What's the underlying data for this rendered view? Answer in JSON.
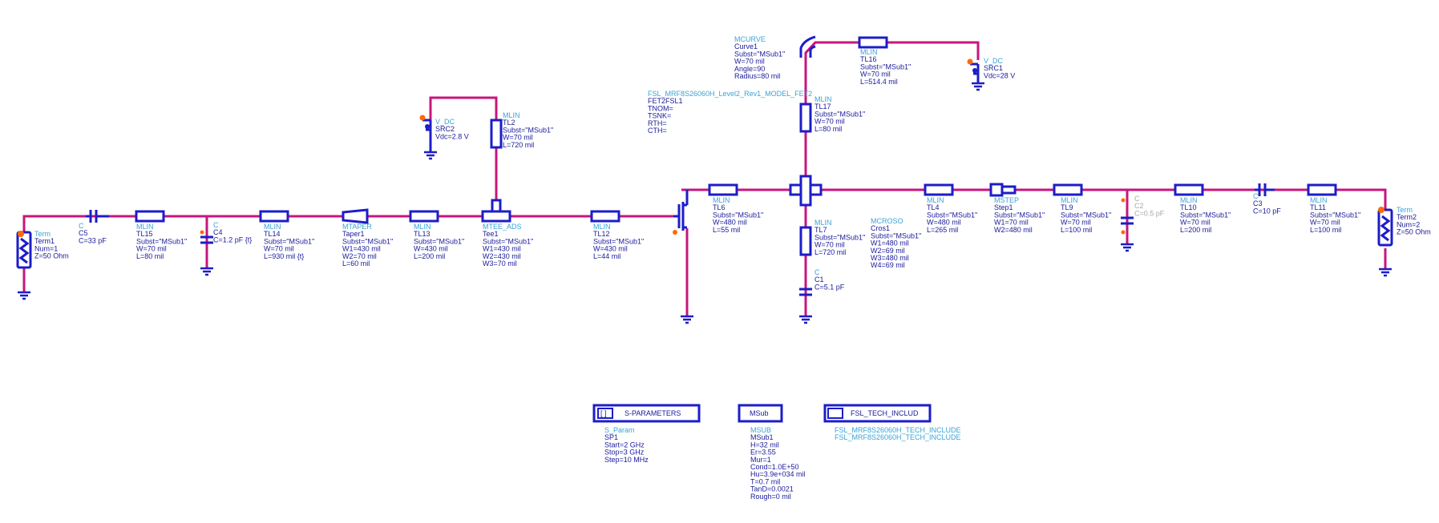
{
  "colors": {
    "wire": "#c8157d",
    "component": "#1d1dc8",
    "type_label": "#3aa3d6",
    "param_label": "#1a1a9a",
    "pin": "#ff6a00"
  },
  "components": {
    "term1": [
      "Term",
      "Term1",
      "Num=1",
      "Z=50 Ohm"
    ],
    "c5": [
      "C",
      "C5",
      "C=33 pF"
    ],
    "tl15": [
      "MLIN",
      "TL15",
      "Subst=\"MSub1\"",
      "W=70 mil",
      "L=80 mil"
    ],
    "c4": [
      "C",
      "C4",
      "C=1.2 pF {t}"
    ],
    "tl14": [
      "MLIN",
      "TL14",
      "Subst=\"MSub1\"",
      "W=70 mil",
      "L=930 mil {t}"
    ],
    "taper1": [
      "MTAPER",
      "Taper1",
      "Subst=\"MSub1\"",
      "W1=430 mil",
      "W2=70 mil",
      "L=60 mil"
    ],
    "tl13": [
      "MLIN",
      "TL13",
      "Subst=\"MSub1\"",
      "W=430 mil",
      "L=200 mil"
    ],
    "tee1": [
      "MTEE_ADS",
      "Tee1",
      "Subst=\"MSub1\"",
      "W1=430 mil",
      "W2=430 mil",
      "W3=70 mil"
    ],
    "src2": [
      "V_DC",
      "SRC2",
      "Vdc=2.8 V"
    ],
    "tl2": [
      "MLIN",
      "TL2",
      "Subst=\"MSub1\"",
      "W=70 mil",
      "L=720 mil"
    ],
    "tl12": [
      "MLIN",
      "TL12",
      "Subst=\"MSub1\"",
      "W=430 mil",
      "L=44 mil"
    ],
    "fet": [
      "FSL_MRF8S26060H_Level2_Rev1_MODEL_FET2",
      "FET2FSL1",
      "TNOM=",
      "TSNK=",
      "RTH=",
      "CTH="
    ],
    "curve1": [
      "MCURVE",
      "Curve1",
      "Subst=\"MSub1\"",
      "W=70 mil",
      "Angle=90",
      "Radius=80 mil"
    ],
    "tl16": [
      "MLIN",
      "TL16",
      "Subst=\"MSub1\"",
      "W=70 mil",
      "L=514.4 mil"
    ],
    "src1": [
      "V_DC",
      "SRC1",
      "Vdc=28 V"
    ],
    "tl17": [
      "MLIN",
      "TL17",
      "Subst=\"MSub1\"",
      "W=70 mil",
      "L=80 mil"
    ],
    "tl6": [
      "MLIN",
      "TL6",
      "Subst=\"MSub1\"",
      "W=480 mil",
      "L=55 mil"
    ],
    "tl7": [
      "MLIN",
      "TL7",
      "Subst=\"MSub1\"",
      "W=70 mil",
      "L=720 mil"
    ],
    "c1": [
      "C",
      "C1",
      "C=5.1 pF"
    ],
    "cros1": [
      "MCROSO",
      "Cros1",
      "Subst=\"MSub1\"",
      "W1=480 mil",
      "W2=69 mil",
      "W3=480 mil",
      "W4=69 mil"
    ],
    "tl4": [
      "MLIN",
      "TL4",
      "Subst=\"MSub1\"",
      "W=480 mil",
      "L=265 mil"
    ],
    "step1": [
      "MSTEP",
      "Step1",
      "Subst=\"MSub1\"",
      "W1=70 mil",
      "W2=480 mil"
    ],
    "tl9": [
      "MLIN",
      "TL9",
      "Subst=\"MSub1\"",
      "W=70 mil",
      "L=100 mil"
    ],
    "c2": [
      "C",
      "C2",
      "C=0.5 pF"
    ],
    "tl10": [
      "MLIN",
      "TL10",
      "Subst=\"MSub1\"",
      "W=70 mil",
      "L=200 mil"
    ],
    "c3": [
      "C",
      "C3",
      "C=10 pF"
    ],
    "tl11": [
      "MLIN",
      "TL11",
      "Subst=\"MSub1\"",
      "W=70 mil",
      "L=100 mil"
    ],
    "term2": [
      "Term",
      "Term2",
      "Num=2",
      "Z=50 Ohm"
    ],
    "sp1": [
      "S_Param",
      "SP1",
      "Start=2 GHz",
      "Stop=3 GHz",
      "Step=10 MHz"
    ],
    "msub1": [
      "MSUB",
      "MSub1",
      "H=32 mil",
      "Er=3.55",
      "Mur=1",
      "Cond=1.0E+50",
      "Hu=3.9e+034 mil",
      "T=0.7 mil",
      "TanD=0.0021",
      "Rough=0 mil"
    ],
    "techinc": [
      "FSL_MRF8S26060H_TECH_INCLUDE",
      "FSL_MRF8S26060H_TECH_INCLUDE"
    ]
  },
  "boxes": {
    "sparam_title": "S-PARAMETERS",
    "sparam_icon": "[ ]",
    "msub_title": "MSub",
    "tech_title": "FSL_TECH_INCLUD"
  }
}
